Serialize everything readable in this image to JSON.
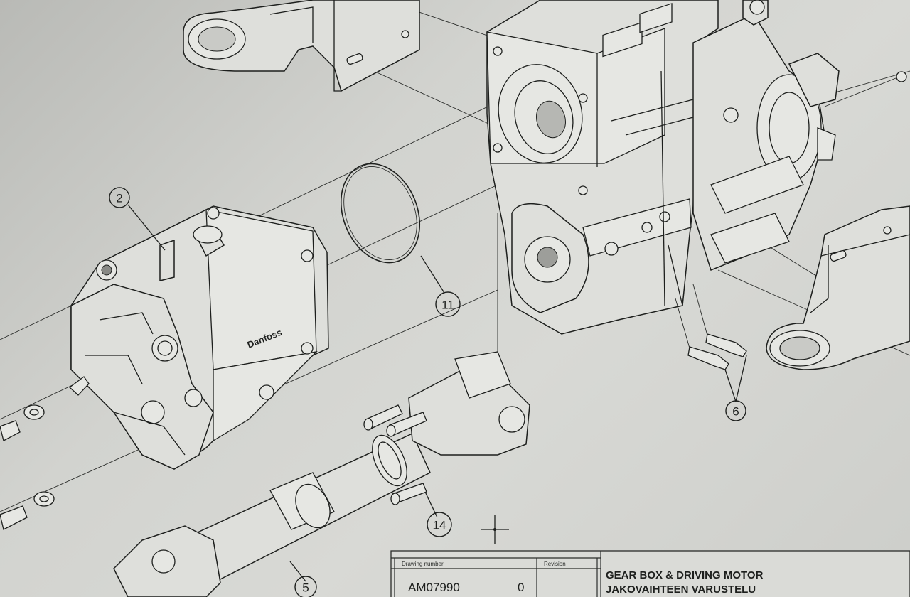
{
  "callouts": [
    {
      "id": "callout-2",
      "label": "2"
    },
    {
      "id": "callout-11",
      "label": "11"
    },
    {
      "id": "callout-6",
      "label": "6"
    },
    {
      "id": "callout-14",
      "label": "14"
    },
    {
      "id": "callout-5",
      "label": "5"
    }
  ],
  "motor_brand": "Danfoss",
  "title_block": {
    "drawing_number_label": "Drawing number",
    "revision_label": "Revision",
    "drawing_number": "AM07990",
    "revision": "0",
    "title_en": "GEAR BOX & DRIVING MOTOR",
    "title_fi": "JAKOVAIHTEEN VARUSTELU"
  },
  "colors": {
    "paper": "#d6d7d3",
    "ink": "#1d1f1d"
  }
}
